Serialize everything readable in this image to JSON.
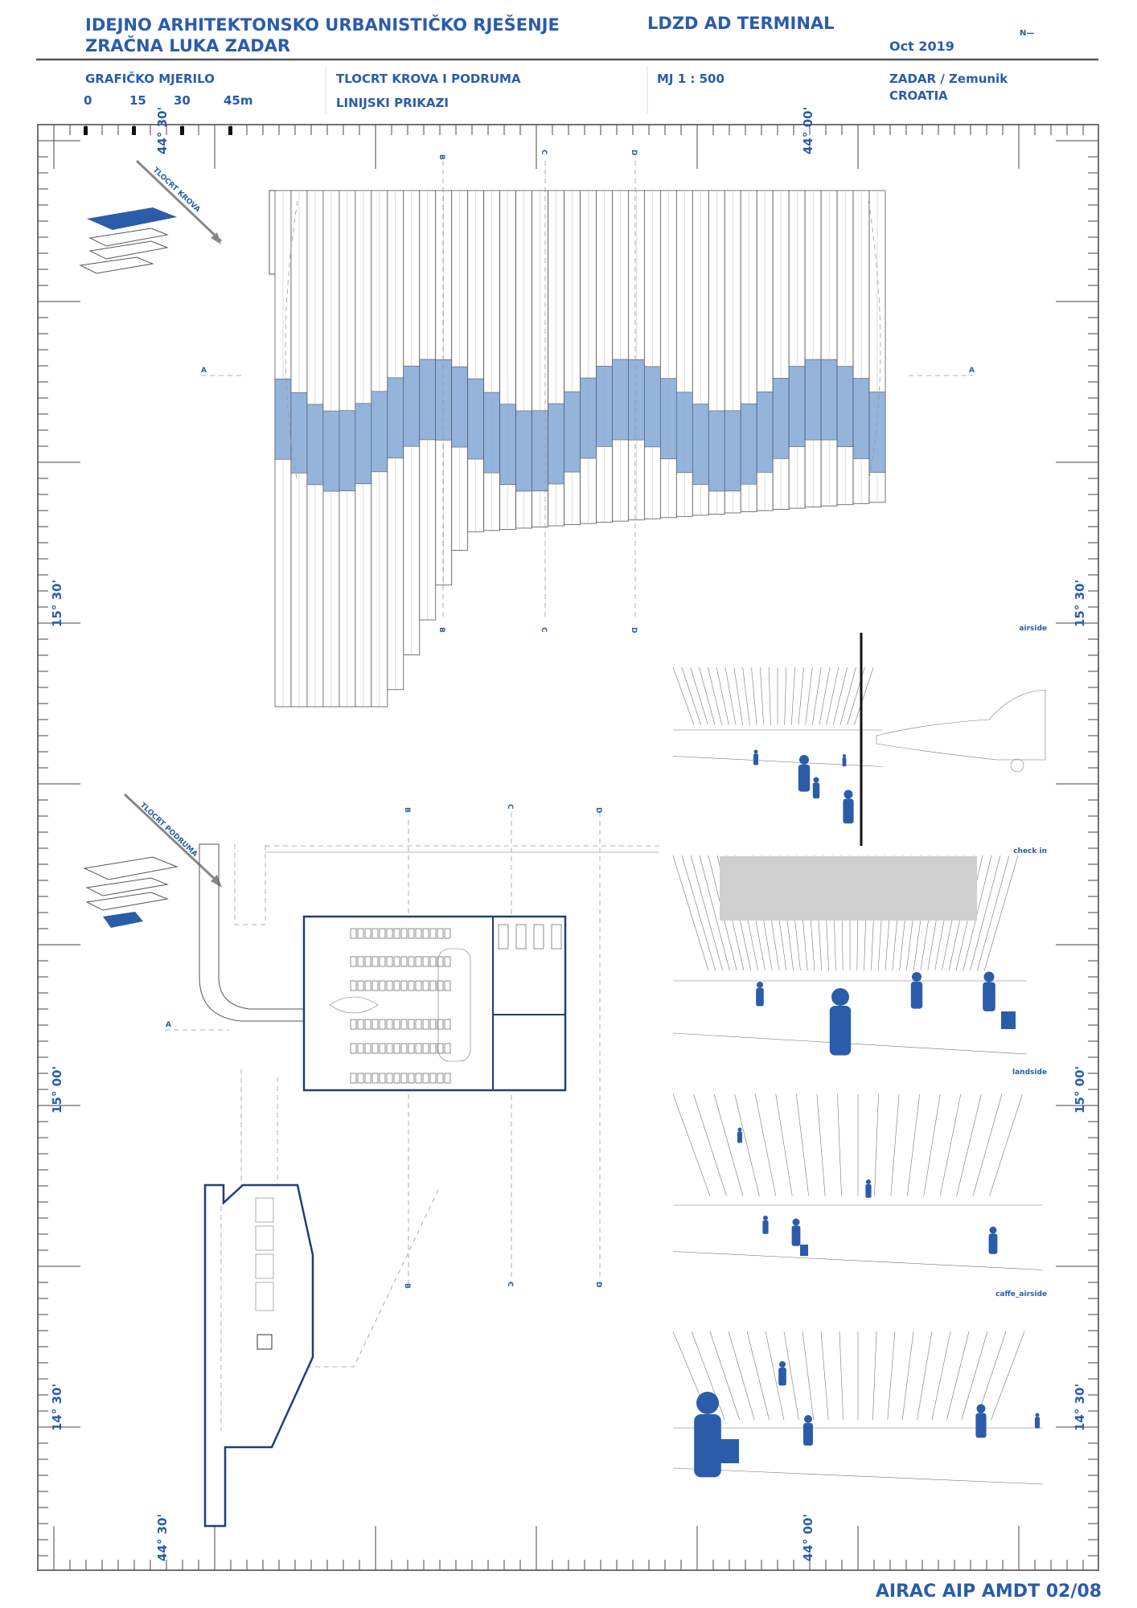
{
  "header": {
    "title_line1": "IDEJNO ARHITEKTONSKO URBANISTIČKO RJEŠENJE",
    "title_line2": "ZRAČNA LUKA ZADAR",
    "project": "LDZD AD TERMINAL",
    "north": "N—",
    "date": "Oct 2019"
  },
  "info": {
    "scale_label": "GRAFIČKO MJERILO",
    "scale_ticks": [
      "0",
      "15",
      "30",
      "45m"
    ],
    "plan_title": "TLOCRT KROVA I PODRUMA",
    "plan_subtitle": "LINIJSKI PRIKAZI",
    "scale_ratio": "MJ 1 : 500",
    "location_line1": "ZADAR / Zemunik",
    "location_line2": "CROATIA"
  },
  "coords": {
    "lat_4430": "44° 30'",
    "lat_4400": "44° 00'",
    "lon_1530": "15° 30'",
    "lon_1500": "15° 00'",
    "lon_1430": "14° 30'"
  },
  "sections": {
    "a": "A",
    "b": "B",
    "c": "C",
    "d": "D"
  },
  "axo": {
    "roof": "TLOCRT KROVA",
    "basement": "TLOCRT PODRUMA"
  },
  "renders": [
    {
      "label": "airside"
    },
    {
      "label": "check in"
    },
    {
      "label": "landside"
    },
    {
      "label": "caffe_airside"
    }
  ],
  "footer": "AIRAC AIP AMDT 02/08",
  "colors": {
    "accent": "#2a5caa",
    "roof_band": "#93b4dc"
  }
}
